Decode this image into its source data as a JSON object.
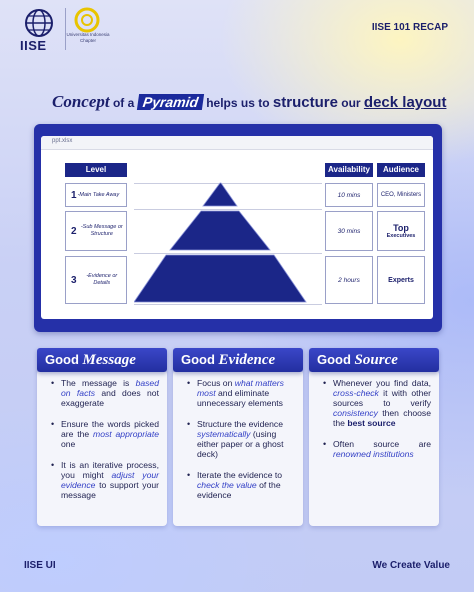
{
  "header": {
    "logo_text": "IISE",
    "university": "Universitas Indonesia Chapter",
    "recap": "IISE 101 RECAP"
  },
  "title": {
    "concept": "Concept",
    "of_a": " of a ",
    "pyramid": "Pyramid",
    "helps": " helps us to ",
    "structure": "structure",
    "our": " our ",
    "deck": "deck layout"
  },
  "window": {
    "bar_text": "ppt.xlsx"
  },
  "table": {
    "headers": {
      "level": "Level",
      "availability": "Availability",
      "audience": "Audience"
    },
    "rows": [
      {
        "num": "1",
        "level": "-Main Take Away",
        "availability": "10 mins",
        "audience": "CEO, Ministers"
      },
      {
        "num": "2",
        "level": "-Sub Message or Structure",
        "availability": "30 mins",
        "audience_main": "Top",
        "audience_sub": "Executives"
      },
      {
        "num": "3",
        "level": "-Evidence or Details",
        "availability": "2 hours",
        "audience": "Experts"
      }
    ]
  },
  "cards": {
    "message": {
      "good": "Good ",
      "title": "Message",
      "b1": {
        "a": "The message is ",
        "b": "based on facts",
        "c": " and does not exaggerate"
      },
      "b2": {
        "a": "Ensure the words picked are the ",
        "b": "most appropriate",
        "c": " one"
      },
      "b3": {
        "a": "It is an iterative process, you might ",
        "b": "adjust your evidence",
        "c": " to support your message"
      }
    },
    "evidence": {
      "good": "Good ",
      "title": "Evidence",
      "b1": {
        "a": "Focus on ",
        "b": "what matters most",
        "c": " and eliminate unnecessary elements"
      },
      "b2": {
        "a": "Structure the evidence ",
        "b": "systematically",
        "c": " (using either paper or a ghost deck)"
      },
      "b3": {
        "a": "Iterate the evidence to ",
        "b": "check the value",
        "c": " of the evidence"
      }
    },
    "source": {
      "good": "Good ",
      "title": "Source",
      "b1": {
        "a": "Whenever you find data, ",
        "b": "cross-check",
        "c": " it with other sources to verify ",
        "d": "consistency",
        "e": " then choose the ",
        "f": "best source"
      },
      "b2": {
        "a": "Often source are ",
        "b": "renowned institutions"
      }
    }
  },
  "footer": {
    "left": "IISE UI",
    "right": "We Create Value"
  },
  "colors": {
    "navy": "#1b1f6b",
    "accent": "#2530a8",
    "highlight": "#3340c6"
  }
}
